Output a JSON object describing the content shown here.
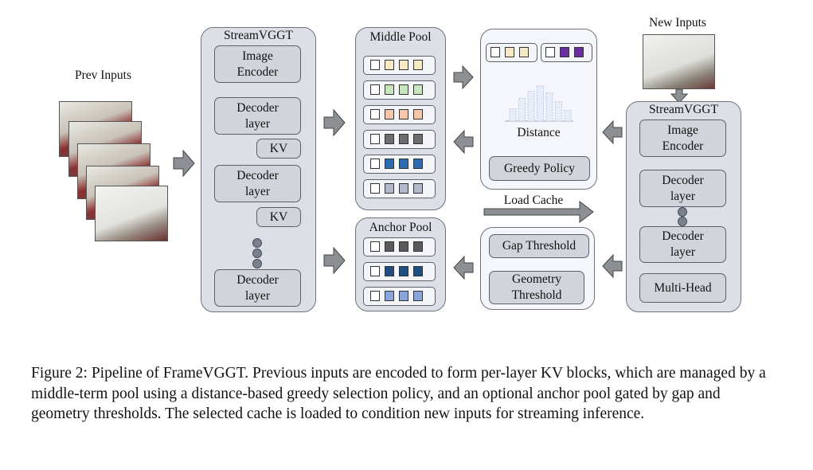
{
  "prev_inputs_label": "Prev Inputs",
  "new_inputs_label": "New Inputs",
  "left_stream": {
    "title": "StreamVGGT",
    "image_encoder": "Image\nEncoder",
    "decoder1": "Decoder\nlayer",
    "kv1": "KV",
    "decoder2": "Decoder\nlayer",
    "kv2": "KV",
    "decoder3": "Decoder\nlayer"
  },
  "middle_pool": {
    "title": "Middle Pool",
    "rows": [
      {
        "colors": [
          "#ffffff",
          "#f7e9c4",
          "#f7e9c4",
          "#f7e9c4"
        ]
      },
      {
        "colors": [
          "#ffffff",
          "#c8e6bd",
          "#c8e6bd",
          "#c8e6bd"
        ]
      },
      {
        "colors": [
          "#ffffff",
          "#f6c6a8",
          "#f6c6a8",
          "#f6c6a8"
        ]
      },
      {
        "colors": [
          "#ffffff",
          "#6e6e6e",
          "#6e6e6e",
          "#6e6e6e"
        ]
      },
      {
        "colors": [
          "#ffffff",
          "#2b6cb0",
          "#2b6cb0",
          "#2b6cb0"
        ]
      },
      {
        "colors": [
          "#ffffff",
          "#b3b9cc",
          "#b3b9cc",
          "#b3b9cc"
        ]
      }
    ]
  },
  "anchor_pool": {
    "title": "Anchor Pool",
    "rows": [
      {
        "colors": [
          "#ffffff",
          "#5a5a5a",
          "#5a5a5a",
          "#5a5a5a"
        ]
      },
      {
        "colors": [
          "#ffffff",
          "#1f4e82",
          "#1f4e82",
          "#1f4e82"
        ]
      },
      {
        "colors": [
          "#ffffff",
          "#8aa4dc",
          "#8aa4dc",
          "#8aa4dc"
        ]
      }
    ]
  },
  "selection": {
    "query_a": {
      "colors": [
        "#ffffff",
        "#f7e9c4",
        "#f7e9c4"
      ]
    },
    "query_b": {
      "colors": [
        "#ffffff",
        "#6b2fa0",
        "#6b2fa0"
      ]
    },
    "histogram_bars": [
      0.35,
      0.65,
      0.85,
      1.0,
      0.8,
      0.55,
      0.3
    ],
    "distance": "Distance",
    "greedy_policy": "Greedy Policy"
  },
  "load_cache": "Load Cache",
  "gates": {
    "gap_threshold": "Gap Threshold",
    "geometry_threshold": "Geometry\nThreshold"
  },
  "right_stream": {
    "title": "StreamVGGT",
    "image_encoder": "Image\nEncoder",
    "decoder1": "Decoder\nlayer",
    "decoder2": "Decoder\nlayer",
    "multi_head": "Multi-Head"
  },
  "caption": "Figure 2: Pipeline of FrameVGGT. Previous inputs are encoded to form per-layer KV blocks, which are managed by a middle-term pool using a distance-based greedy selection policy, and an optional anchor pool gated by gap and geometry thresholds. The selected cache is loaded to condition new inputs for streaming inference.",
  "colors": {
    "panel": "#dcdfe6",
    "box": "#d1d4da",
    "arrow_fill": "#8c8f94",
    "histogram": "#b8c7e0"
  }
}
